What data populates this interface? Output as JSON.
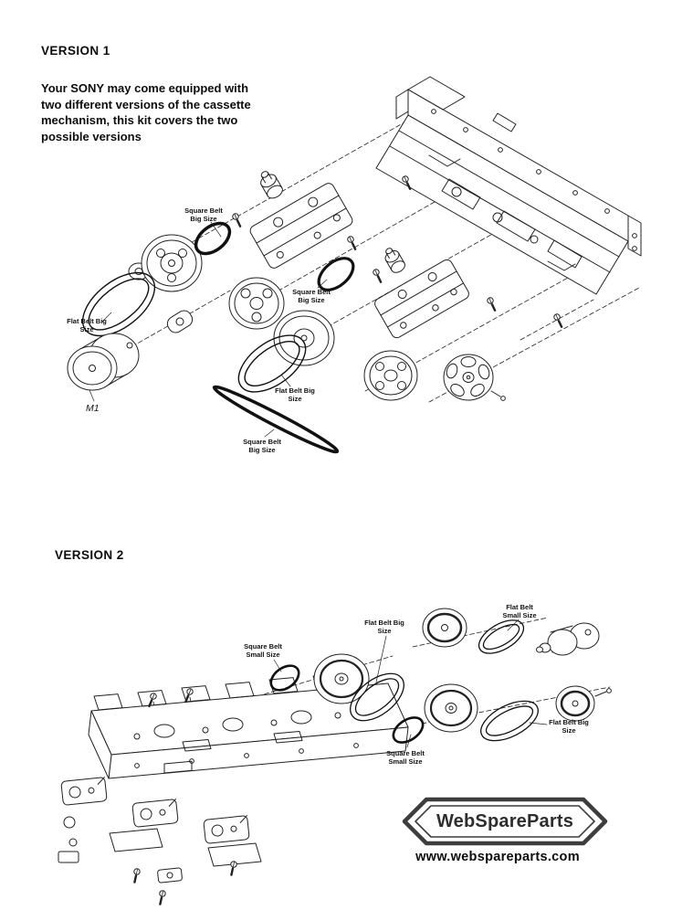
{
  "version1": {
    "title": "VERSION 1",
    "description": "Your SONY may come equipped with two different versions of the cassette mechanism, this kit covers the two possible versions",
    "labels": [
      {
        "id": "square-belt-big-1",
        "text": "Square Belt Big Size"
      },
      {
        "id": "flat-belt-big-1",
        "text": "Flat Belt Big Size"
      },
      {
        "id": "motor-m1",
        "text": "M1"
      },
      {
        "id": "square-belt-big-2",
        "text": "Square Belt Big Size"
      },
      {
        "id": "flat-belt-big-2",
        "text": "Flat Belt Big Size"
      },
      {
        "id": "square-belt-big-3",
        "text": "Square Belt Big Size"
      }
    ]
  },
  "version2": {
    "title": "VERSION 2",
    "labels": [
      {
        "id": "square-belt-small-1",
        "text": "Square Belt Small Size"
      },
      {
        "id": "flat-belt-big-1",
        "text": "Flat Belt Big Size"
      },
      {
        "id": "flat-belt-small-1",
        "text": "Flat Belt Small Size"
      },
      {
        "id": "square-belt-small-2",
        "text": "Square Belt Small Size"
      },
      {
        "id": "flat-belt-big-2",
        "text": "Flat Belt Big Size"
      }
    ]
  },
  "branding": {
    "logo_text": "WebSpareParts",
    "website": "www.webspareparts.com"
  }
}
